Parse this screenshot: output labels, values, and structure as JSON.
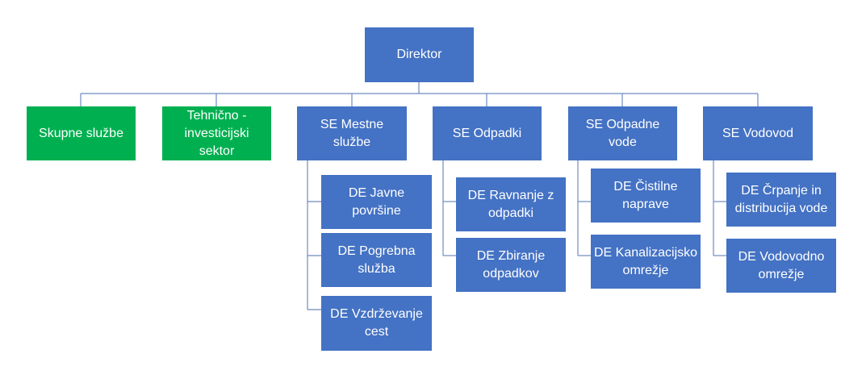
{
  "org_chart": {
    "root": "Direktor",
    "units": [
      {
        "label": "Skupne službe",
        "color": "#00B050",
        "children": []
      },
      {
        "label": "Tehnično - investicijski sektor",
        "color": "#00B050",
        "children": []
      },
      {
        "label": "SE Mestne službe",
        "color": "#4472C4",
        "children": [
          "DE Javne površine",
          "DE Pogrebna služba",
          "DE Vzdrževanje cest"
        ]
      },
      {
        "label": "SE Odpadki",
        "color": "#4472C4",
        "children": [
          "DE Ravnanje z odpadki",
          "DE Zbiranje odpadkov"
        ]
      },
      {
        "label": "SE Odpadne vode",
        "color": "#4472C4",
        "children": [
          "DE Čistilne naprave",
          "DE Kanalizacijsko omrežje"
        ]
      },
      {
        "label": "SE Vodovod",
        "color": "#4472C4",
        "children": [
          "DE Črpanje in distribucija vode",
          "DE Vodovodno omrežje"
        ]
      }
    ],
    "line_color": "#5B7AA8"
  }
}
